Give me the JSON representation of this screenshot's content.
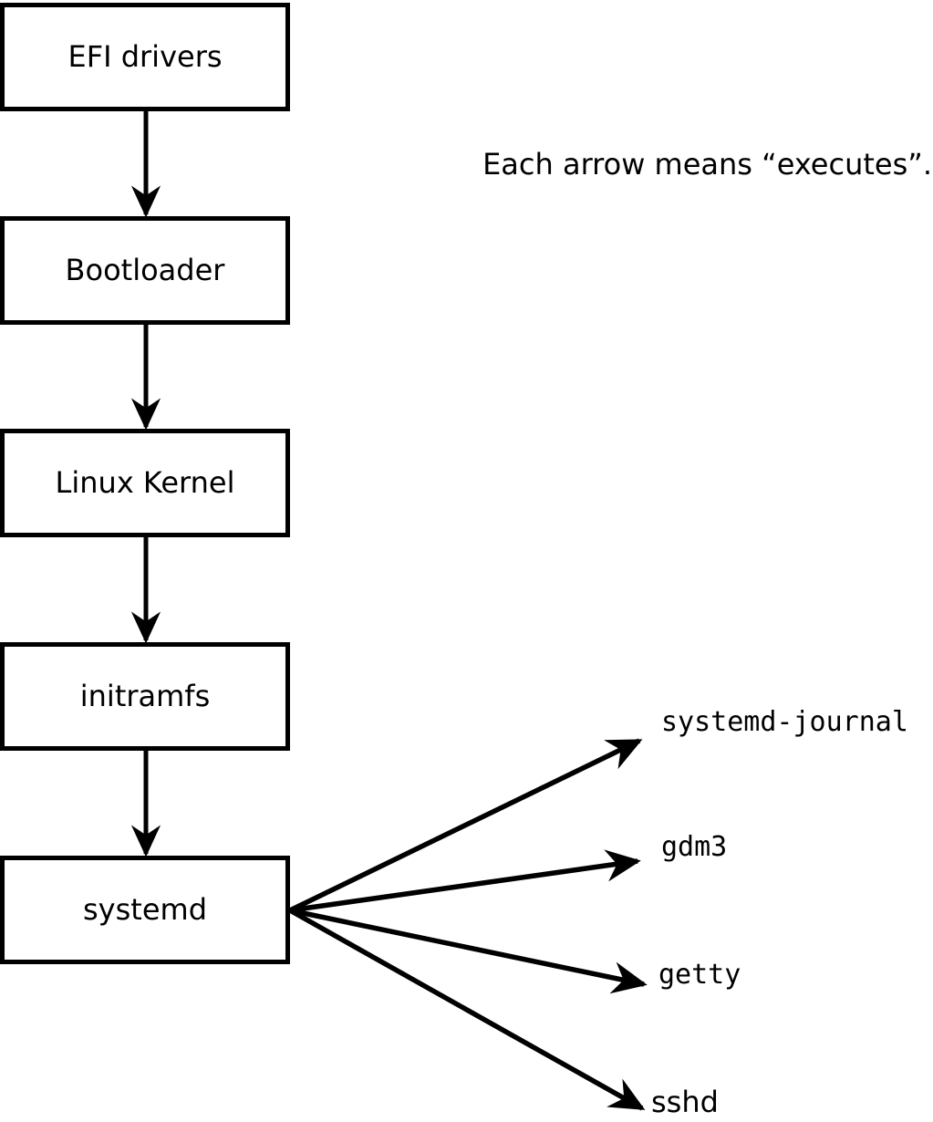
{
  "canvas": {
    "background_color": "#ffffff",
    "line_color": "#000000"
  },
  "note": {
    "text": "Each arrow means “executes”."
  },
  "chain": [
    {
      "label": "EFI drivers"
    },
    {
      "label": "Bootloader"
    },
    {
      "label": "Linux Kernel"
    },
    {
      "label": "initramfs"
    },
    {
      "label": "systemd"
    }
  ],
  "targets": [
    {
      "label": "systemd-journal"
    },
    {
      "label": "gdm3"
    },
    {
      "label": "getty"
    },
    {
      "label": "sshd"
    }
  ],
  "arrow_meaning": "executes"
}
